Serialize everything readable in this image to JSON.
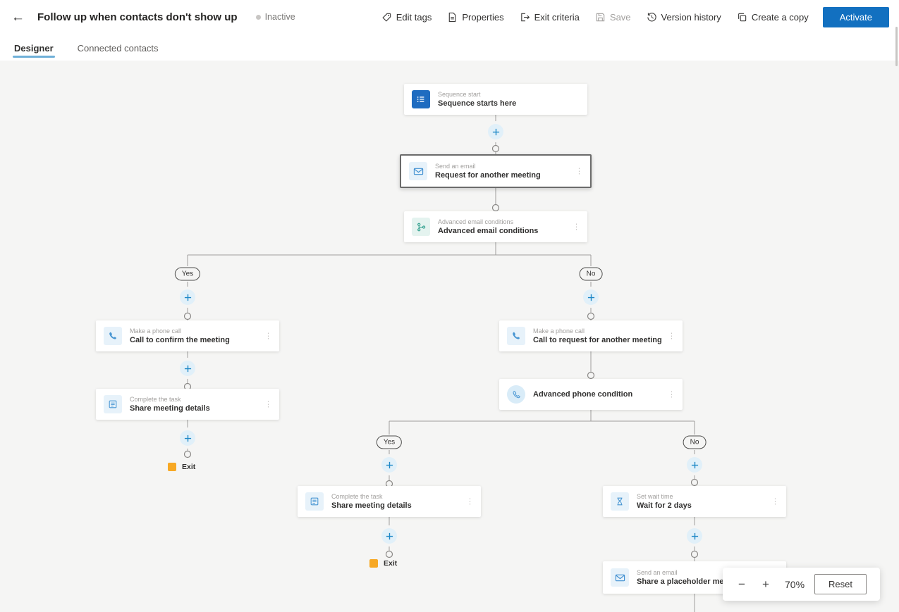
{
  "header": {
    "title": "Follow up when contacts don't show up",
    "status": "Inactive",
    "toolbar": [
      {
        "label": "Edit tags"
      },
      {
        "label": "Properties"
      },
      {
        "label": "Exit criteria"
      },
      {
        "label": "Save"
      },
      {
        "label": "Version history"
      },
      {
        "label": "Create a copy"
      }
    ],
    "activate_label": "Activate"
  },
  "tabs": {
    "designer": "Designer",
    "connected": "Connected contacts"
  },
  "branch_labels": {
    "yes": "Yes",
    "no": "No"
  },
  "nodes": {
    "sequence_start": {
      "subtitle": "Sequence start",
      "title": "Sequence starts here"
    },
    "send_email_1": {
      "subtitle": "Send an email",
      "title": "Request for another meeting"
    },
    "email_conditions": {
      "subtitle": "Advanced email conditions",
      "title": "Advanced email conditions"
    },
    "phone_call_yes": {
      "subtitle": "Make a phone call",
      "title": "Call to confirm the meeting"
    },
    "task_yes": {
      "subtitle": "Complete the task",
      "title": "Share meeting details"
    },
    "exit_yes": {
      "label": "Exit"
    },
    "phone_call_no": {
      "subtitle": "Make a phone call",
      "title": "Call to request for another meeting"
    },
    "phone_condition": {
      "title": "Advanced phone condition"
    },
    "task_mid": {
      "subtitle": "Complete the task",
      "title": "Share meeting details"
    },
    "exit_mid": {
      "label": "Exit"
    },
    "wait": {
      "subtitle": "Set wait time",
      "title": "Wait for 2 days"
    },
    "send_email_2": {
      "subtitle": "Send an email",
      "title": "Share a placeholder meeting"
    }
  },
  "more_options_glyph": "⋮",
  "zoom": {
    "minus": "−",
    "plus": "+",
    "level": "70%",
    "reset": "Reset"
  },
  "colors": {
    "accent": "#1270c0",
    "tab_underline": "#6fb0d8",
    "exit_icon": "#f7a824",
    "canvas_bg": "#f5f5f4"
  }
}
